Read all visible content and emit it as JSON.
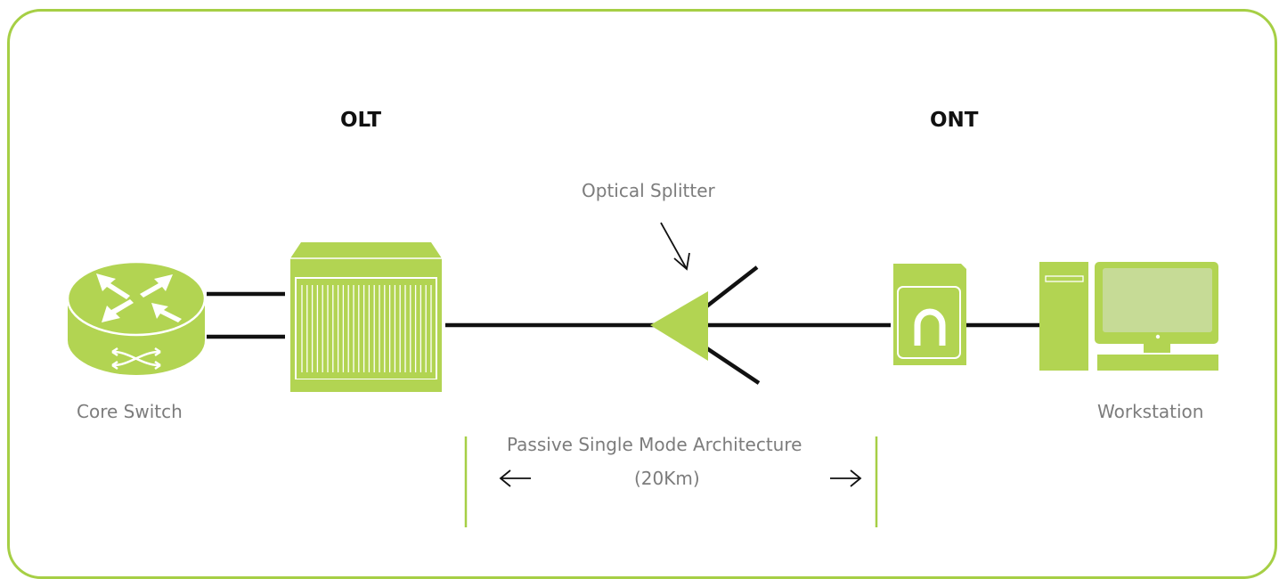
{
  "labels": {
    "olt": "OLT",
    "ont": "ONT",
    "splitter": "Optical Splitter",
    "core_switch": "Core Switch",
    "workstation": "Workstation",
    "architecture": "Passive Single Mode Architecture",
    "distance": "(20Km)"
  },
  "icons": {
    "core_switch": "router-icon",
    "olt": "olt-chassis-icon",
    "splitter": "optical-splitter-icon",
    "ont": "ont-device-icon",
    "workstation": "desktop-computer-icon"
  },
  "colors": {
    "accent": "#b2d452",
    "frame": "#a6cf45",
    "line": "#111111",
    "text": "#7c7c7c",
    "heading": "#111111"
  }
}
